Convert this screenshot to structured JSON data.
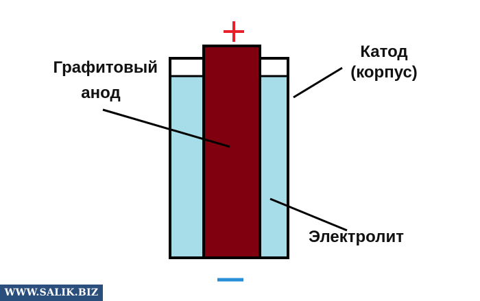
{
  "diagram": {
    "positive_sign": "+",
    "negative_sign": "−",
    "labels": {
      "anode_line1": "Графитовый",
      "anode_line2": "анод",
      "cathode_line1": "Катод",
      "cathode_line2": "(корпус)",
      "electrolyte": "Электролит"
    },
    "colors": {
      "electrolyte": "#a6dde8",
      "anode": "#800010",
      "outline": "#000000",
      "positive": "#e8202a",
      "negative": "#2a8fd6"
    }
  },
  "watermark": {
    "text": "WWW.SALIK.BIZ"
  }
}
